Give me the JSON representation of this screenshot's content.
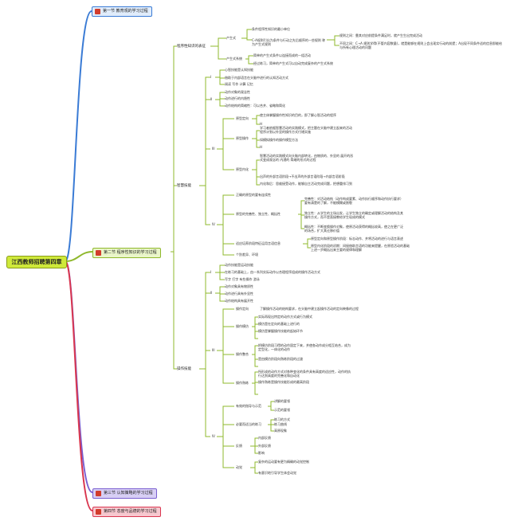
{
  "central": "江西教师招聘第四章",
  "sections": [
    "第一节 教育观的学习过程",
    "第二节 程序性知识的学习过程",
    "第三节 认知策略的学习过程",
    "第四节 态度与品德的学习过程"
  ],
  "colors": {
    "blue": "#3a7bd5",
    "green": "#8fb82c",
    "purple": "#7a5fd0",
    "red": "#d9364f",
    "lime": "#cfe93a"
  },
  "groups": {
    "g1": "程序性知识的表征",
    "g2": "智慧技能",
    "g3": "操作技能"
  },
  "g1": {
    "production": "产生式",
    "production_items": [
      "条件程序性知识的最小单位",
      "C-A规则引出为条件与行动之先后顺序的一些规则 称为产生式规则"
    ],
    "production_notes": [
      "规则之间：靠其对应前提条件满足时，就产生生出完成活动",
      "不同之间：C→A 规则学得(不管内容数量)，就是能够在规则上会出现实行动的前提；A出现不同条件适的信息即能给与所有心理活动的问题"
    ],
    "system": "产生式系统",
    "system_items": [
      "简单的产生式条件以连接而成的一组活动",
      "经过练习，简单的产生式可以自动完成复杂的产生式系统"
    ]
  },
  "g2": {
    "i": "I",
    "i_items": [
      "心智技能是认知技能",
      "借助于内部语言在头脑中进行的认知活动方式",
      "阅读 写作 计算 记忆"
    ],
    "ii": "II",
    "ii_items": [
      "动作对象的观念性",
      "动作进行的内隐性",
      "动作结构的简缩性：可以合并、省略和简化"
    ],
    "iii": "III",
    "stage1": "原型定向",
    "stage1_items": [
      "使主体掌握操作性知识的目的，即了解心智活动的程序",
      "H"
    ],
    "stage2": "原型操作",
    "stage2_items": [
      "学习者依据智慧活动的实践模式，把主题在头脑中建立起来的活动程序计划以外显的操作方式付诸实施",
      "如模拟操作的操作模型方法",
      "H"
    ],
    "stage3": "原型内化",
    "stage3_items": [
      "智慧活动的实践模式向头脑内部转化，由物质的、外显的 展开的形式变成观念的 内潜的 简缩的形式的过程",
      "出声的外部言语阶段→不出声的外部言语阶段→内部言语阶段",
      "内化和后：思维接受动作，能够自主活动完成问题，把想重排习到"
    ],
    "iv": "IV",
    "iv_items": [
      "正确的原型的要有连续性",
      "原型的完善性、独立性、概括性"
    ],
    "iv_notes": [
      "完善性：对活动结构（动作构成要素、动作执行顺序和动作执行要求）要有清楚的了解，不能模糊或割裂",
      "独立性：从学生的立场出发，让学生独立的确定或理解活动的结构及其操作方式，而不是直接教给学生现成的模式",
      "概括性：不断变换操作对象，使原活动获得的概括较高，使之在更广泛的场合，扩大其迁移价值"
    ],
    "iv_more": "适应培养阶段特征运用言语信息",
    "iv_more_items": [
      "原型定向和原型操作阶段：标志动作、并将活动的进行与语言表述",
      "原型内化阶段的初期：间接借助言语的功能来提醒，在原验活动的基础上进一步概括出来主要的规律和理解"
    ],
    "iv_last": "个别差异、环境"
  },
  "g3": {
    "i": "I",
    "i_items": [
      "动作技能是运动技能",
      "在练习的基础上，由一系列实际动作以合理程序组成的操作活动方式",
      "写字 打字 有些操作 游泳"
    ],
    "ii": "II",
    "ii_items": [
      "动作对象具有物质性",
      "动作进行具有外显性",
      "动作结构具有展开性"
    ],
    "iii": "III",
    "p1": "操作定向",
    "p1_items": [
      "了解操作活动的结构要求，在头脑中建立起操作活动的定向映像的过程"
    ],
    "p2": "操作模仿",
    "p2_items": [
      "实际再现出特定的动作方式或行为模式",
      "模仿是在定向的基础上进行的",
      "模仿是掌握操作技能的起始环节"
    ],
    "p3": "操作整合",
    "p3_items": [
      "把模仿阶段习得的动作固定下来，并使各动作成分相互结合，成为定型化，一体化的动作",
      "是由模仿阶段向熟练阶段的过渡"
    ],
    "p4": "操作熟练",
    "p4_items": [
      "所形成的动作方式对各种变化的条件具有高度的适应性，动作的执行达到高度的完善化和自动化",
      "操作熟练是操作技能形成的最高阶段"
    ],
    "iv": "IV",
    "q1": "有效的指导与示范",
    "q1_items": [
      "讲解的要领",
      "示范的要领"
    ],
    "q2": "必要而适当的练习",
    "q2_items": [
      "练习的方式",
      "练习曲线",
      "高原现象"
    ],
    "q3": "反馈",
    "q3_items": [
      "内部反馈",
      "外部反馈",
      "影响"
    ],
    "q4": "动觉",
    "q4_items": [
      "复杂的运动要有更为精确的动觉控制",
      "有意识地引导学生体会动觉"
    ]
  }
}
